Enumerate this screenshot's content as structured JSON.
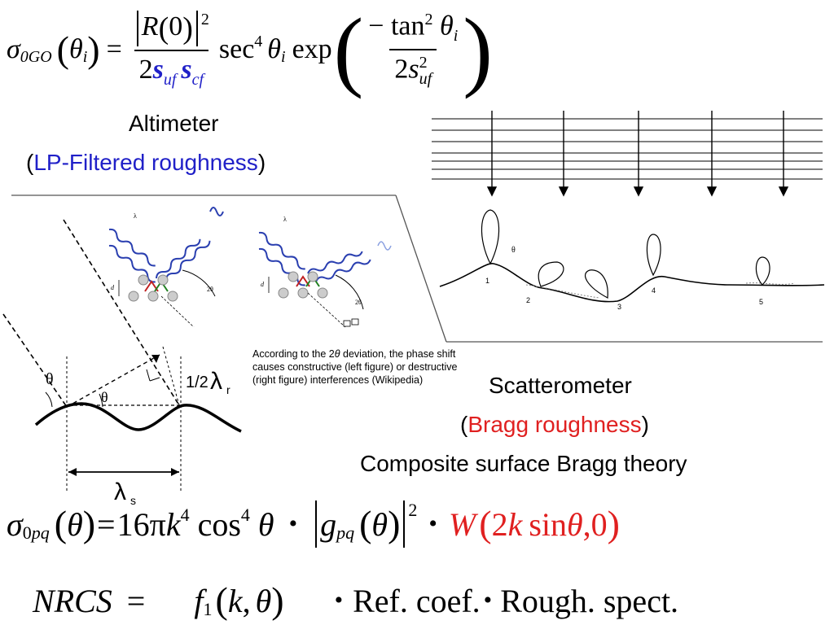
{
  "altimeter": {
    "title": "Altimeter",
    "open_paren": "(",
    "subtitle": "LP-Filtered roughness",
    "close_paren": ")"
  },
  "scatterometer": {
    "title": "Scatterometer",
    "open_paren": "(",
    "subtitle": "Bragg roughness",
    "close_paren": ")",
    "theory": "Composite surface Bragg theory"
  },
  "caption": {
    "text_before": "According to the 2",
    "theta": "θ",
    "text_after": " deviation, the phase shift causes constructive (left figure) or destructive (right figure) interferences (Wikipedia)"
  },
  "equation_go": {
    "lhs_sym": "σ",
    "lhs_sub": "0GO",
    "lhs_arg": "θ",
    "lhs_arg_sub": "i",
    "equals": "=",
    "num_R": "R",
    "num_arg": "0",
    "num_exp": "2",
    "den_coef": "2",
    "den_s1": "s",
    "den_s1_sub": "uf",
    "den_s2": "s",
    "den_s2_sub": "cf",
    "sec": "sec",
    "sec_exp": "4",
    "sec_arg": "θ",
    "sec_arg_sub": "i",
    "exp": "exp",
    "exp_num_minus": "− tan",
    "exp_num_exp": "2",
    "exp_num_arg": "θ",
    "exp_num_arg_sub": "i",
    "exp_den_coef": "2",
    "exp_den_s": "s",
    "exp_den_exp": "2",
    "exp_den_sub": "uf"
  },
  "equation_bragg": {
    "lhs_sym": "σ",
    "lhs_sub_0": "0",
    "lhs_sub_pq": "pq",
    "lhs_arg": "θ",
    "equals": "=",
    "coef": "16π",
    "k": "k",
    "k_exp": "4",
    "cos": "cos",
    "cos_exp": "4",
    "cos_arg": "θ",
    "dot1": "•",
    "g": "g",
    "g_sub": "pq",
    "g_arg": "θ",
    "g_exp": "2",
    "dot2": "•",
    "W": "W",
    "W_arg_pre": "2",
    "W_arg_k": "k",
    "W_arg_sin": " sin",
    "W_arg_theta": "θ",
    "W_arg_post": ",0"
  },
  "equation_nrcs": {
    "lhs": "NRCS",
    "equals": "=",
    "f": "f",
    "f_sub": "1",
    "f_arg_k": "k",
    "f_arg_comma": ",",
    "f_arg_theta": "θ",
    "dot1": "•",
    "ref": "Ref. coef.",
    "dot2": "•",
    "rough": "Rough. spect."
  },
  "left_figure": {
    "theta_left": "θ",
    "theta_mid": "θ",
    "half": "1/2",
    "lambda_r": "λ",
    "lambda_r_sub": "r",
    "lambda_s": "λ",
    "lambda_s_sub": "s"
  },
  "bragg_fig_left": {
    "lambda": "λ",
    "d": "d",
    "two_theta": "2θ"
  },
  "bragg_fig_right": {
    "lambda": "λ",
    "d": "d",
    "two_theta": "2θ"
  },
  "right_figure": {
    "theta": "θ",
    "facets": [
      "1",
      "2",
      "3",
      "4",
      "5"
    ]
  }
}
